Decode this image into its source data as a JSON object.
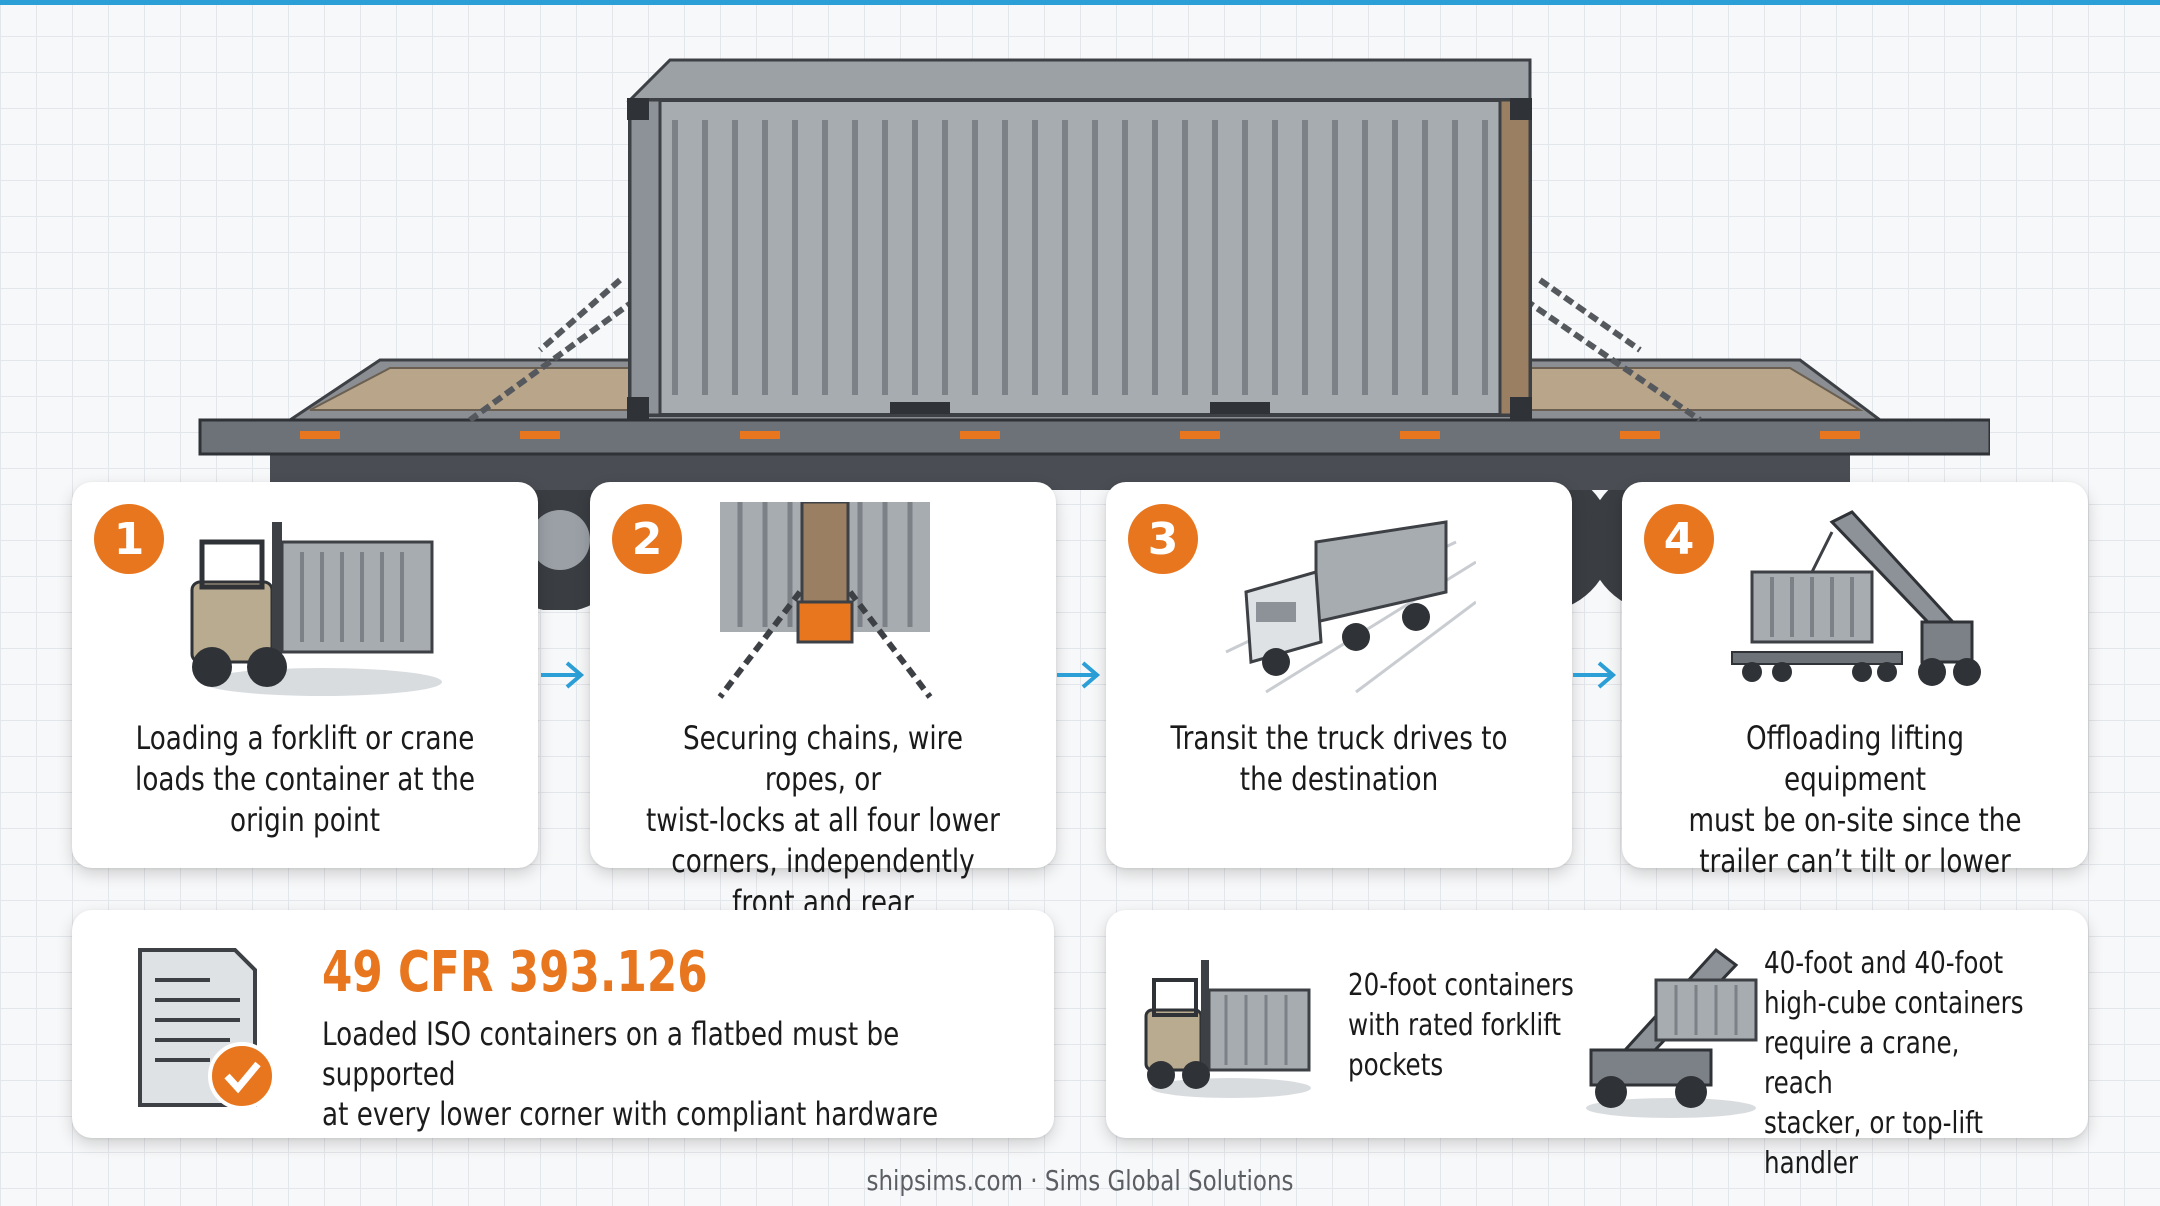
{
  "steps": [
    {
      "number": "1",
      "text": "Loading a forklift or crane\nloads the container at the\norigin point"
    },
    {
      "number": "2",
      "text": "Securing chains, wire ropes, or\ntwist-locks at all four lower\ncorners, independently front and rear"
    },
    {
      "number": "3",
      "text": "Transit the truck drives to\nthe destination"
    },
    {
      "number": "4",
      "text": "Offloading lifting equipment\nmust be on-site since the\ntrailer can’t tilt or lower"
    }
  ],
  "regulation": {
    "title": "49 CFR 393.126",
    "text": "Loaded ISO containers on a flatbed must be supported\nat every lower corner with compliant hardware"
  },
  "equipment": {
    "forklift_text": "20-foot containers\nwith rated forklift\npockets",
    "crane_text": "40-foot and 40-foot\nhigh-cube containers\nrequire a crane, reach\nstacker, or top-lift handler"
  },
  "footer": {
    "site": "shipsims.com",
    "separator": "·",
    "company": "Sims Global Solutions"
  },
  "colors": {
    "accent": "#e8761e",
    "arrow": "#2b9fd6",
    "top_bar": "#2b9fd6"
  },
  "icons": [
    "container-trailer-illustration",
    "forklift-icon",
    "chain-corner-icon",
    "truck-icon",
    "crane-icon",
    "document-check-icon",
    "reach-stacker-icon",
    "arrow-right-icon"
  ]
}
